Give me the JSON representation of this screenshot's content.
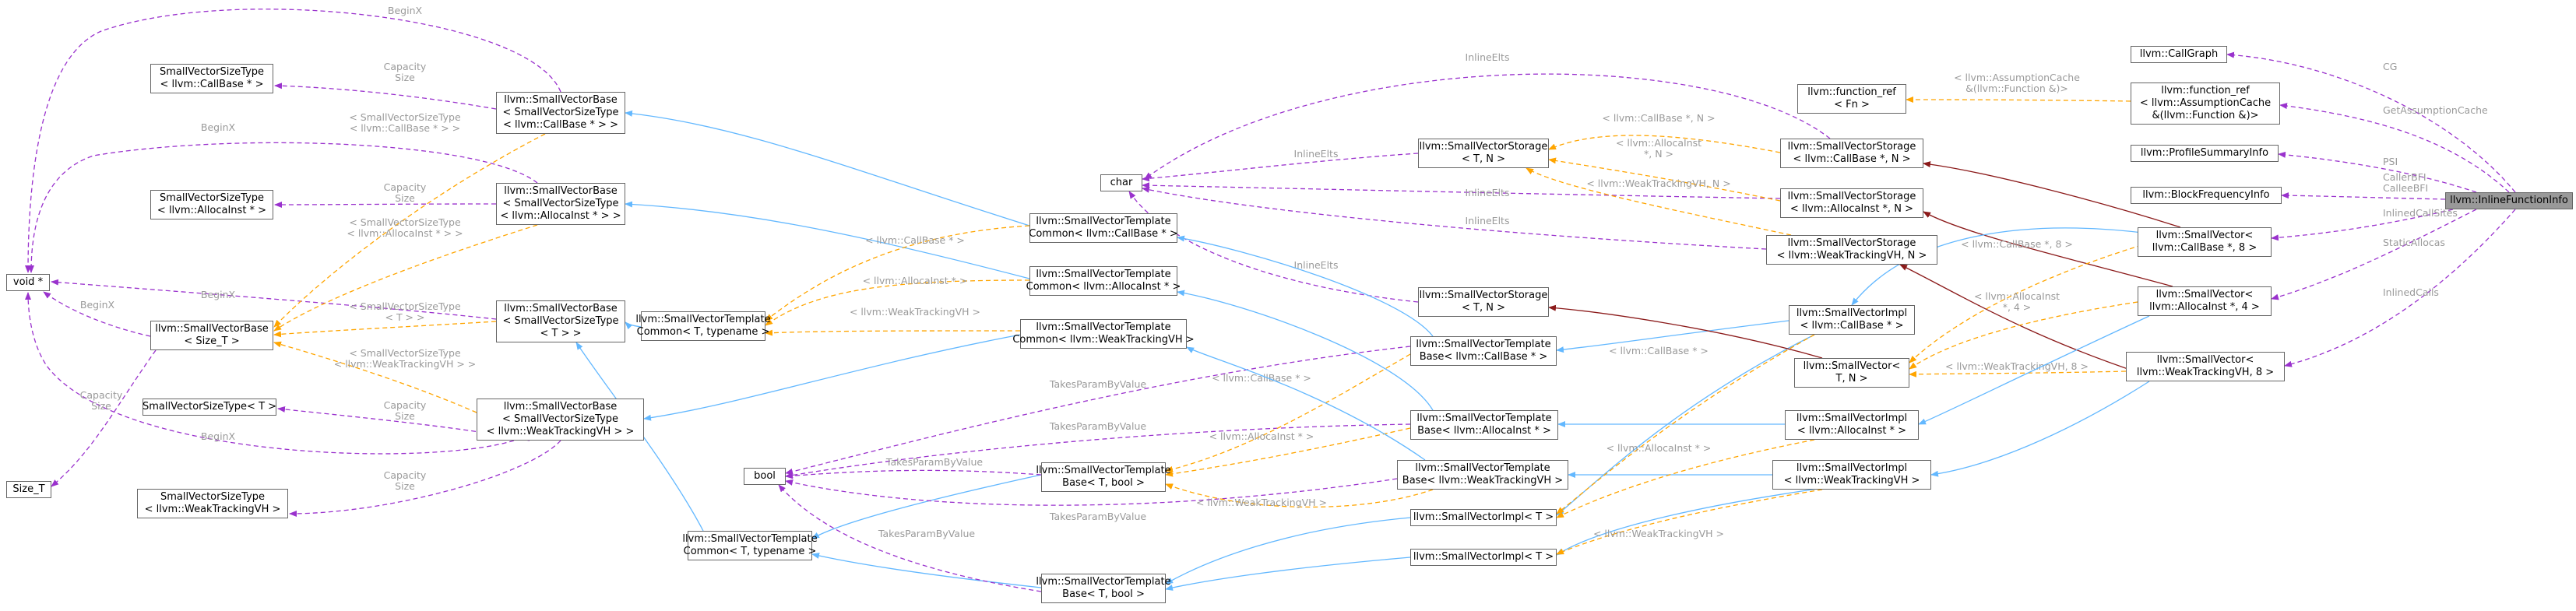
{
  "colors": {
    "usage": "#9a32cd",
    "template": "#ffa500",
    "inherit": "#63b8ff",
    "private": "#8b1a1a",
    "focus_fill": "#999999",
    "label": "#9a9a9a"
  },
  "nodes": {
    "void": [
      "void *"
    ],
    "sizet": [
      "Size_T"
    ],
    "svst_callbase": [
      "SmallVectorSizeType",
      "< llvm::CallBase * >"
    ],
    "svst_allocainst": [
      "SmallVectorSizeType",
      "< llvm::AllocaInst * >"
    ],
    "svsb_sizet": [
      "llvm::SmallVectorBase",
      "< Size_T >"
    ],
    "svst_t": [
      "SmallVectorSizeType< T >"
    ],
    "svst_wtvh": [
      "SmallVectorSizeType",
      "< llvm::WeakTrackingVH >"
    ],
    "svb_callbase": [
      "llvm::SmallVectorBase",
      "< SmallVectorSizeType",
      "< llvm::CallBase * > >"
    ],
    "svb_allocainst": [
      "llvm::SmallVectorBase",
      "< SmallVectorSizeType",
      "< llvm::AllocaInst * > >"
    ],
    "svb_t": [
      "llvm::SmallVectorBase",
      "< SmallVectorSizeType",
      "< T > >"
    ],
    "svb_wtvh": [
      "llvm::SmallVectorBase",
      "< SmallVectorSizeType",
      "< llvm::WeakTrackingVH > >"
    ],
    "svtc_tt": [
      "llvm::SmallVectorTemplate",
      "Common< T, typename >"
    ],
    "svtc_tt2": [
      "llvm::SmallVectorTemplate",
      "Common< T, typename >"
    ],
    "bool": [
      "bool"
    ],
    "char": [
      "char"
    ],
    "svtc_callbase": [
      "llvm::SmallVectorTemplate",
      "Common< llvm::CallBase * >"
    ],
    "svtc_allocainst": [
      "llvm::SmallVectorTemplate",
      "Common< llvm::AllocaInst * >"
    ],
    "svtc_wtvh": [
      "llvm::SmallVectorTemplate",
      "Common< llvm::WeakTrackingVH >"
    ],
    "svtb_tbool": [
      "llvm::SmallVectorTemplate",
      "Base< T, bool >"
    ],
    "svtb_tbool2": [
      "llvm::SmallVectorTemplate",
      "Base< T, bool >"
    ],
    "svs_tn_top": [
      "llvm::SmallVectorStorage",
      "< T, N >"
    ],
    "svs_tn_mid": [
      "llvm::SmallVectorStorage",
      "< T, N >"
    ],
    "svtb_callbase": [
      "llvm::SmallVectorTemplate",
      "Base< llvm::CallBase * >"
    ],
    "svtb_allocainst": [
      "llvm::SmallVectorTemplate",
      "Base< llvm::AllocaInst * >"
    ],
    "svtb_wtvh": [
      "llvm::SmallVectorTemplate",
      "Base< llvm::WeakTrackingVH >"
    ],
    "svi_t1": [
      "llvm::SmallVectorImpl< T >"
    ],
    "svi_t2": [
      "llvm::SmallVectorImpl< T >"
    ],
    "fref_fn": [
      "llvm::function_ref",
      "< Fn >"
    ],
    "svs_callbase": [
      "llvm::SmallVectorStorage",
      "< llvm::CallBase *, N >"
    ],
    "svs_allocainst": [
      "llvm::SmallVectorStorage",
      "< llvm::AllocaInst *, N >"
    ],
    "svs_wtvh": [
      "llvm::SmallVectorStorage",
      "< llvm::WeakTrackingVH, N >"
    ],
    "svi_callbase": [
      "llvm::SmallVectorImpl",
      "< llvm::CallBase * >"
    ],
    "sv_tn": [
      "llvm::SmallVector<",
      "T, N >"
    ],
    "svi_allocainst": [
      "llvm::SmallVectorImpl",
      "< llvm::AllocaInst * >"
    ],
    "svi_wtvh": [
      "llvm::SmallVectorImpl",
      "< llvm::WeakTrackingVH >"
    ],
    "callgraph": [
      "llvm::CallGraph"
    ],
    "fref_ac": [
      "llvm::function_ref",
      "< llvm::AssumptionCache",
      "&(llvm::Function &)>"
    ],
    "psi": [
      "llvm::ProfileSummaryInfo"
    ],
    "bfi": [
      "llvm::BlockFrequencyInfo"
    ],
    "sv_callbase8": [
      "llvm::SmallVector<",
      "llvm::CallBase *, 8 >"
    ],
    "sv_allocainst4": [
      "llvm::SmallVector<",
      "llvm::AllocaInst *, 4 >"
    ],
    "sv_wtvh8": [
      "llvm::SmallVector<",
      "llvm::WeakTrackingVH, 8 >"
    ],
    "ifi": [
      "llvm::InlineFunctionInfo"
    ]
  },
  "labels": {
    "beginx": "BeginX",
    "capacity_size": [
      "Capacity",
      "Size"
    ],
    "inlineelts": "InlineElts",
    "takesparambyvalue": "TakesParamByValue",
    "cg": "CG",
    "getassumptioncache": "GetAssumptionCache",
    "psi": "PSI",
    "callerbfi_calleebfi": [
      "CallerBFI",
      "CalleeBFI"
    ],
    "inlinedcallsites": "InlinedCallSites",
    "staticallocas": "StaticAllocas",
    "inlinedcalls": "InlinedCalls",
    "tpl_svst_callbase": [
      "< SmallVectorSizeType",
      "< llvm::CallBase * > >"
    ],
    "tpl_svst_allocainst": [
      "< SmallVectorSizeType",
      "< llvm::AllocaInst * > >"
    ],
    "tpl_svst_t": [
      "< SmallVectorSizeType",
      "< T > >"
    ],
    "tpl_svst_wtvh": [
      "< SmallVectorSizeType",
      "< llvm::WeakTrackingVH > >"
    ],
    "tpl_callbase": "< llvm::CallBase * >",
    "tpl_allocainst": "< llvm::AllocaInst * >",
    "tpl_wtvh": "< llvm::WeakTrackingVH >",
    "tpl_callbase_n": "< llvm::CallBase *, N >",
    "tpl_allocainst_n": [
      "< llvm::AllocaInst",
      "*, N >"
    ],
    "tpl_wtvh_n": "< llvm::WeakTrackingVH, N >",
    "tpl_callbase_8": "< llvm::CallBase *, 8 >",
    "tpl_allocainst_4": [
      "< llvm::AllocaInst",
      "*, 4 >"
    ],
    "tpl_wtvh_8": "< llvm::WeakTrackingVH, 8 >",
    "tpl_callbase_star": "< llvm::CallBase * >",
    "tpl_allocainst_star": "< llvm::AllocaInst * >",
    "tpl_wtvh_plain": "< llvm::WeakTrackingVH >",
    "tpl_ac": [
      "< llvm::AssumptionCache",
      "&(llvm::Function &)>"
    ]
  }
}
